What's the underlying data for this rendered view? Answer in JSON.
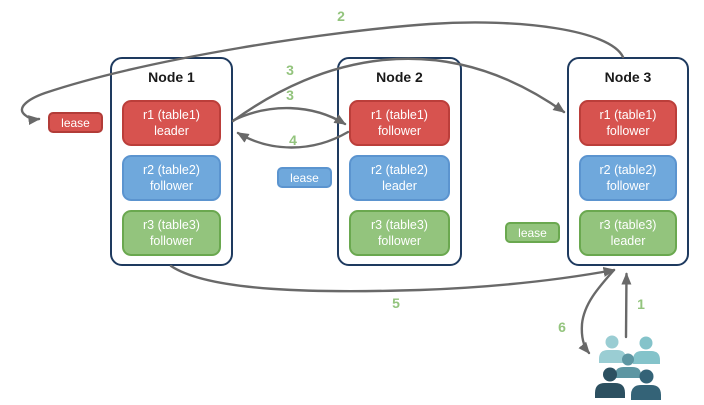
{
  "nodes": [
    {
      "title": "Node 1",
      "replicas": [
        {
          "name": "r1 (table1)",
          "role": "leader",
          "color": "red"
        },
        {
          "name": "r2 (table2)",
          "role": "follower",
          "color": "blue"
        },
        {
          "name": "r3 (table3)",
          "role": "follower",
          "color": "green"
        }
      ]
    },
    {
      "title": "Node 2",
      "replicas": [
        {
          "name": "r1 (table1)",
          "role": "follower",
          "color": "red"
        },
        {
          "name": "r2 (table2)",
          "role": "leader",
          "color": "blue"
        },
        {
          "name": "r3 (table3)",
          "role": "follower",
          "color": "green"
        }
      ]
    },
    {
      "title": "Node 3",
      "replicas": [
        {
          "name": "r1 (table1)",
          "role": "follower",
          "color": "red"
        },
        {
          "name": "r2 (table2)",
          "role": "follower",
          "color": "blue"
        },
        {
          "name": "r3 (table3)",
          "role": "leader",
          "color": "green"
        }
      ]
    }
  ],
  "leases": [
    {
      "label": "lease",
      "color": "red"
    },
    {
      "label": "lease",
      "color": "blue"
    },
    {
      "label": "lease",
      "color": "green"
    }
  ],
  "step_labels": {
    "s1": "1",
    "s2": "2",
    "s3a": "3",
    "s3b": "3",
    "s4": "4",
    "s5": "5",
    "s6": "6"
  },
  "edges": [
    {
      "label": "1",
      "from": "users-group",
      "to": "node3-bottom"
    },
    {
      "label": "2",
      "from": "node3-top",
      "to": "lease-red"
    },
    {
      "label": "3",
      "from": "node1-r1-leader",
      "to": "node3-r1-follower"
    },
    {
      "label": "3",
      "from": "node1-r1-leader",
      "to": "node2-r1-follower"
    },
    {
      "label": "4",
      "from": "node2-r1-follower",
      "to": "node1-r1-leader"
    },
    {
      "label": "5",
      "from": "node1-bottom",
      "to": "node3-bottom"
    },
    {
      "label": "6",
      "from": "node3-bottom",
      "to": "users-group"
    }
  ],
  "users_group": {
    "icon": "users-icon",
    "person_count": 5
  },
  "colors": {
    "red": "#d7534f",
    "red_border": "#bb3e3a",
    "blue": "#6fa8dc",
    "blue_border": "#5b94cf",
    "green": "#93c47d",
    "green_border": "#6aa84f",
    "node_border": "#1e3a5f",
    "arrow": "#696969",
    "step_label": "#93c47d",
    "people_light_1": "#9acdd3",
    "people_light_2": "#84c3ca",
    "people_medium": "#5d96a2",
    "people_dark_1": "#2c5060",
    "people_dark_2": "#346377"
  }
}
